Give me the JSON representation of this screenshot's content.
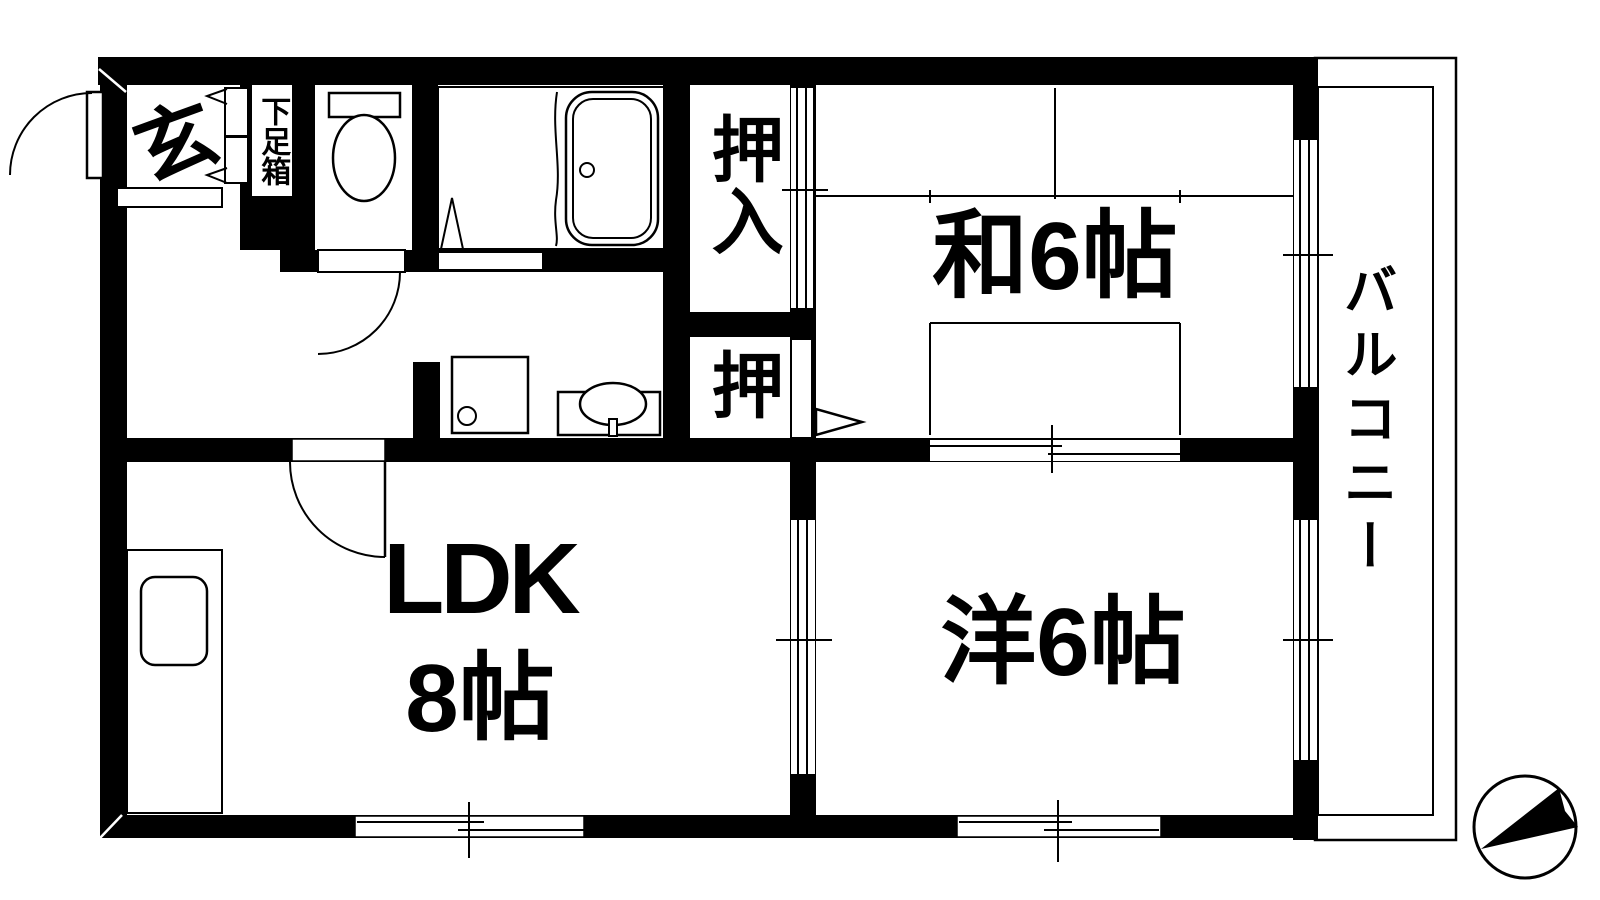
{
  "title": "2LDK apartment floor plan",
  "rooms": {
    "genkan": {
      "label": "玄"
    },
    "shoe_box": {
      "label": "下足箱"
    },
    "closet_upper": {
      "label": "押入"
    },
    "closet_lower": {
      "label": "押"
    },
    "washitsu": {
      "label": "和6帖"
    },
    "ldk": {
      "label": "LDK",
      "size_label": "8帖"
    },
    "youshitsu": {
      "label": "洋6帖"
    },
    "balcony": {
      "label": "バルコニー"
    }
  },
  "fixtures": [
    "toilet",
    "bathtub",
    "washing-machine-pan",
    "wash-basin",
    "kitchen-counter",
    "kitchen-sink",
    "entry-step",
    "shoe-cabinet"
  ],
  "icons": {
    "compass": "north-arrow-circle"
  },
  "colors": {
    "wall": "#000000",
    "background": "#ffffff",
    "line": "#000000"
  }
}
